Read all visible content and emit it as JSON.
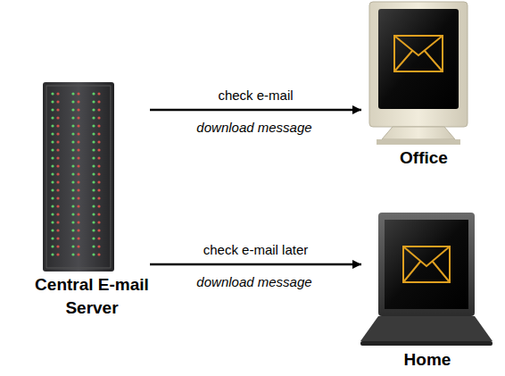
{
  "diagram": {
    "nodes": [
      {
        "text": [
          "Central E-mail Server"
        ]
      },
      {
        "text": [
          "Office"
        ]
      },
      {
        "text": [
          "Home"
        ]
      }
    ],
    "edges": [
      {
        "from": 0,
        "to": 1,
        "arrow": "to",
        "label": "check e-mail"
      },
      {
        "from": 0,
        "to": 2,
        "arrow": "to",
        "label": "check e-mail later"
      }
    ],
    "labels": [
      "download message",
      "download message"
    ]
  }
}
